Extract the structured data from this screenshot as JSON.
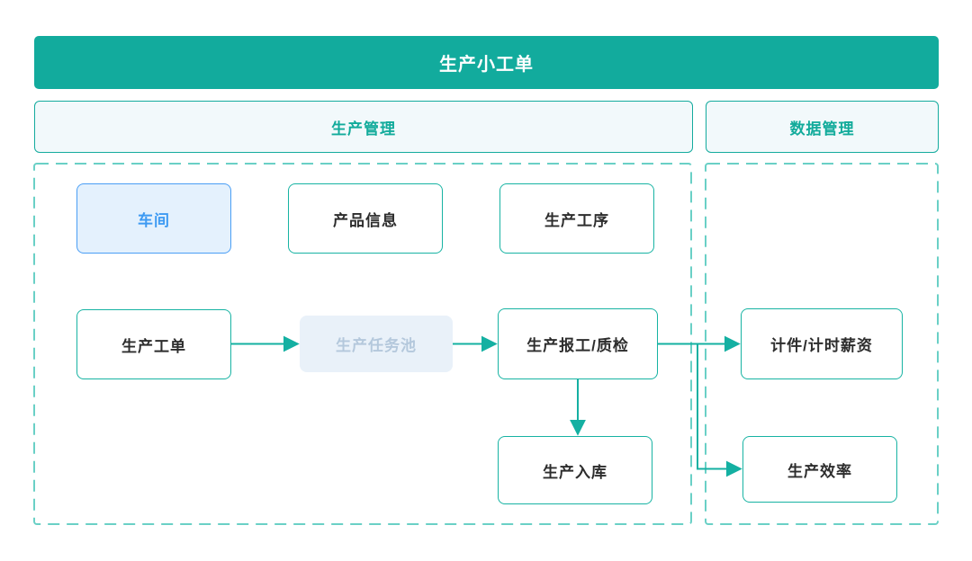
{
  "diagram": {
    "title": "生产小工单",
    "sections": {
      "production": {
        "label": "生产管理"
      },
      "data": {
        "label": "数据管理"
      }
    },
    "nodes": {
      "workshop": {
        "label": "车间",
        "state": "highlighted"
      },
      "product_info": {
        "label": "产品信息",
        "state": "normal"
      },
      "process": {
        "label": "生产工序",
        "state": "normal"
      },
      "work_order": {
        "label": "生产工单",
        "state": "normal"
      },
      "task_pool": {
        "label": "生产任务池",
        "state": "muted"
      },
      "report_qc": {
        "label": "生产报工/质检",
        "state": "normal"
      },
      "inbound": {
        "label": "生产入库",
        "state": "normal"
      },
      "piecework_wage": {
        "label": "计件/计时薪资",
        "state": "normal"
      },
      "efficiency": {
        "label": "生产效率",
        "state": "normal"
      }
    },
    "edges": [
      {
        "from": "work_order",
        "to": "task_pool"
      },
      {
        "from": "task_pool",
        "to": "report_qc"
      },
      {
        "from": "report_qc",
        "to": "piecework_wage"
      },
      {
        "from": "report_qc",
        "to": "inbound"
      },
      {
        "from": "report_qc",
        "to": "efficiency"
      }
    ],
    "colors": {
      "banner_teal": "#12ab9d",
      "node_border_teal": "#17b3a3",
      "arrow_teal": "#14b0a2",
      "dashed_border_teal": "#6ad0c6",
      "section_bg": "#f2f9fb",
      "section_text": "#12ab9b",
      "highlight_blue_border": "#4a9ef5",
      "highlight_blue_bg": "#e4f1fd",
      "highlight_blue_text": "#3d9af2",
      "muted_bg": "#e9f1f9",
      "muted_text": "#b4c8dc",
      "node_text": "#2d2d2d"
    }
  }
}
